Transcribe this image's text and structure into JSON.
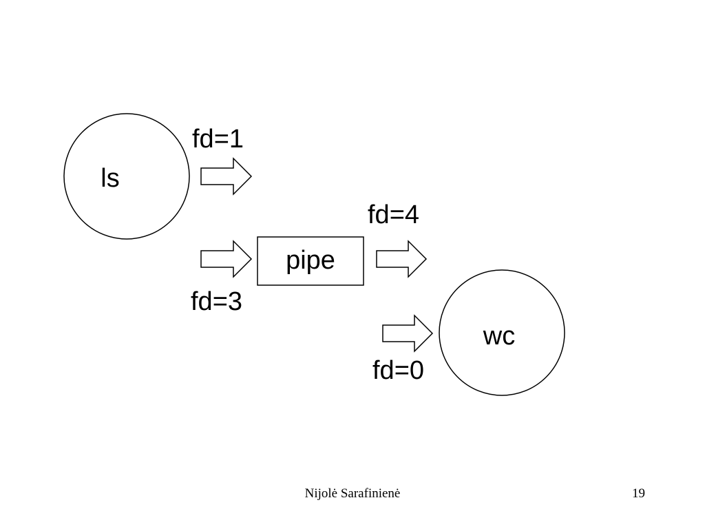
{
  "diagram": {
    "processes": {
      "ls": "ls",
      "wc": "wc"
    },
    "pipe_label": "pipe",
    "fd_labels": {
      "ls_out": "fd=1",
      "pipe_in": "fd=3",
      "pipe_out": "fd=4",
      "wc_in": "fd=0"
    }
  },
  "footer": {
    "author": "Nijolė Sarafinienė",
    "page_number": "19"
  }
}
